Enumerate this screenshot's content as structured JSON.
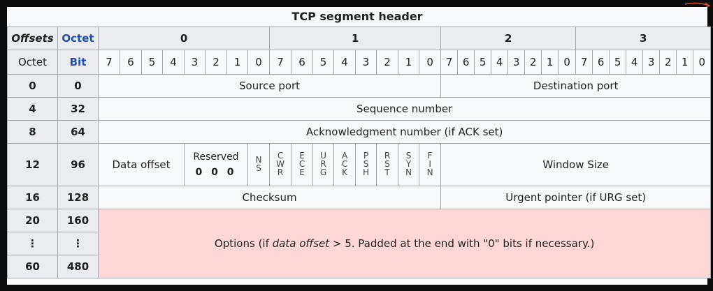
{
  "title": "TCP segment header",
  "header": {
    "offsets": "Offsets",
    "octet_head": "Octet",
    "octet_col": "Octet",
    "bit_col": "Bit",
    "octets": [
      "0",
      "1",
      "2",
      "3"
    ],
    "bits": [
      "7",
      "6",
      "5",
      "4",
      "3",
      "2",
      "1",
      "0"
    ]
  },
  "rows": {
    "r0": {
      "octet": "0",
      "bit": "0",
      "source_port": "Source port",
      "destination_port": "Destination port"
    },
    "r4": {
      "octet": "4",
      "bit": "32",
      "sequence": "Sequence number"
    },
    "r8": {
      "octet": "8",
      "bit": "64",
      "ack": "Acknowledgment number (if ACK set)"
    },
    "r12": {
      "octet": "12",
      "bit": "96",
      "data_offset": "Data offset",
      "reserved": "Reserved",
      "reserved_bits": "0 0 0",
      "flags": [
        "NS",
        "CWR",
        "ECE",
        "URG",
        "ACK",
        "PSH",
        "RST",
        "SYN",
        "FIN"
      ],
      "window": "Window Size"
    },
    "r16": {
      "octet": "16",
      "bit": "128",
      "checksum": "Checksum",
      "urgent": "Urgent pointer (if URG set)"
    },
    "r20": {
      "octet": "20",
      "bit": "160"
    },
    "rdots": {
      "octet": "⋮",
      "bit": "⋮"
    },
    "r60": {
      "octet": "60",
      "bit": "480"
    },
    "options_pre": "Options (if ",
    "options_em": "data offset",
    "options_post": " > 5. Padded at the end with \"0\" bits if necessary.)"
  },
  "colors": {
    "options_bg": "#ffd7d7",
    "header_bg": "#eaecf0",
    "link_blue": "#1f4fb4"
  }
}
